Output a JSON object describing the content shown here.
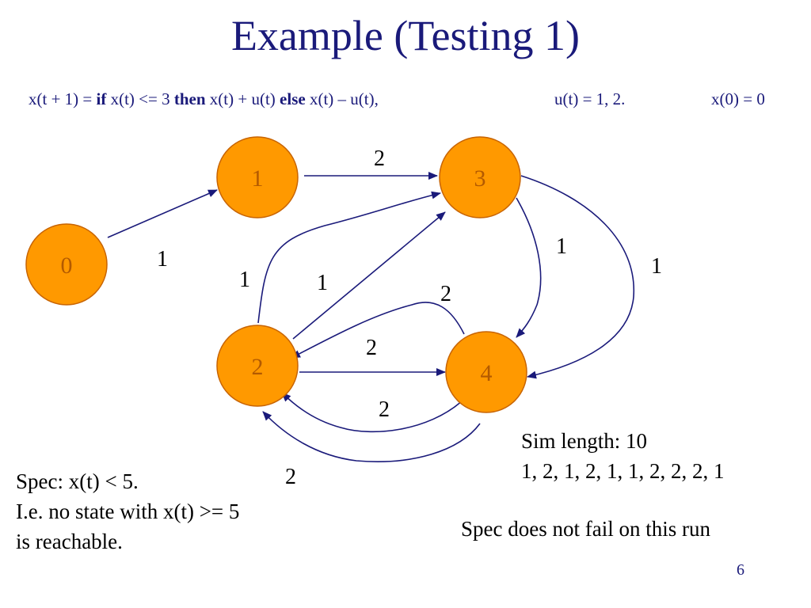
{
  "title": "Example (Testing 1)",
  "equation": {
    "part1": "x(t + 1) = ",
    "kw_if": "if",
    "part2": " x(t) <= 3 ",
    "kw_then": "then",
    "part3": " x(t) + u(t) ",
    "kw_else": "else",
    "part4": " x(t) – u(t),",
    "input": "u(t) = 1, 2.",
    "initial": "x(0) = 0"
  },
  "diagram": {
    "nodes": [
      {
        "id": "0",
        "label": "0"
      },
      {
        "id": "1",
        "label": "1"
      },
      {
        "id": "2",
        "label": "2"
      },
      {
        "id": "3",
        "label": "3"
      },
      {
        "id": "4",
        "label": "4"
      }
    ],
    "edges": [
      {
        "from": "0",
        "to": "1",
        "label": "1"
      },
      {
        "from": "1",
        "to": "3",
        "label": "2"
      },
      {
        "from": "2",
        "to": "3",
        "label": "1"
      },
      {
        "from": "2",
        "to": "3",
        "label": "1"
      },
      {
        "from": "3",
        "to": "4",
        "label": "1"
      },
      {
        "from": "3",
        "to": "4",
        "label": "1"
      },
      {
        "from": "4",
        "to": "2",
        "label": "2"
      },
      {
        "from": "2",
        "to": "4",
        "label": "2"
      },
      {
        "from": "4",
        "to": "2",
        "label": "2"
      },
      {
        "from": "4",
        "to": "2",
        "label": "2"
      }
    ]
  },
  "spec": {
    "line1": "Spec: x(t) < 5.",
    "line2": "I.e. no state with x(t) >= 5",
    "line3": "is reachable."
  },
  "sim": {
    "length": "Sim length: 10",
    "sequence": "1, 2, 1, 2, 1, 1, 2, 2, 2, 1"
  },
  "result": "Spec does not fail on this run",
  "page_number": "6",
  "colors": {
    "title": "#1a1a7a",
    "node_fill": "#ff9900",
    "node_text": "#b35a00",
    "edge": "#1a1a7a"
  }
}
